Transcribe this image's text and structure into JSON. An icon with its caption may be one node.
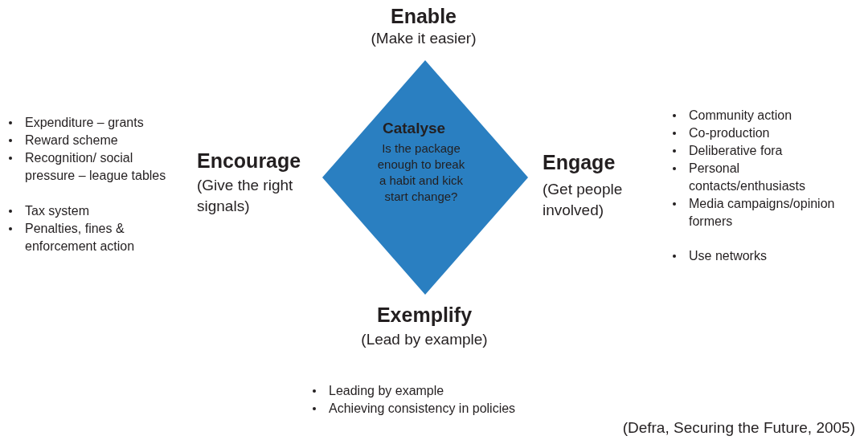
{
  "diagram": {
    "caption": "(Defra, Securing the Future, 2005)",
    "nodes": [
      {
        "text": [
          "Catalyse",
          "Is the package enough to break a habit and kick start change?"
        ]
      }
    ],
    "labels": [
      "Enable",
      "(Make it easier)",
      "Expenditure – grants",
      "Reward scheme",
      "Recognition/ social pressure – league tables",
      "Tax system",
      "Penalties, fines & enforcement action",
      "Encourage",
      "(Give the right signals)",
      "Community action",
      "Co-production",
      "Deliberative fora",
      "Personal contacts/enthusiasts",
      "Media campaigns/opinion formers",
      "Use networks",
      "Engage",
      "(Get people involved)",
      "Exemplify",
      "(Lead by example)",
      "Leading by example",
      "Achieving consistency in policies"
    ]
  }
}
